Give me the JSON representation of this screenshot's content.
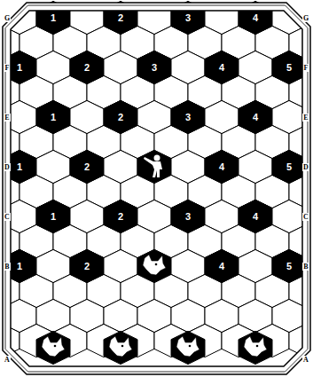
{
  "diagram": {
    "nodes": [
      {
        "text": [
          "1"
        ]
      },
      {
        "text": [
          "2"
        ]
      },
      {
        "text": [
          "3"
        ]
      },
      {
        "text": [
          "4"
        ]
      },
      {
        "text": [
          "1"
        ]
      },
      {
        "text": [
          "2"
        ]
      },
      {
        "text": [
          "3"
        ]
      },
      {
        "text": [
          "4"
        ]
      },
      {
        "text": [
          "5"
        ]
      },
      {
        "text": [
          "1"
        ]
      },
      {
        "text": [
          "2"
        ]
      },
      {
        "text": [
          "3"
        ]
      },
      {
        "text": [
          "4"
        ]
      },
      {
        "text": [
          "1"
        ]
      },
      {
        "text": [
          "2"
        ]
      },
      {
        "text": [
          "4"
        ]
      },
      {
        "text": [
          "5"
        ]
      },
      {
        "text": [
          "1"
        ]
      },
      {
        "text": [
          "2"
        ]
      },
      {
        "text": [
          "3"
        ]
      },
      {
        "text": [
          "4"
        ]
      },
      {
        "text": [
          "1"
        ]
      },
      {
        "text": [
          "2"
        ]
      },
      {
        "text": [
          "4"
        ]
      },
      {
        "text": [
          "5"
        ]
      }
    ],
    "labels": [
      "G",
      "G",
      "F",
      "F",
      "E",
      "E",
      "D",
      "D",
      "C",
      "C",
      "B",
      "B",
      "A",
      "A"
    ]
  }
}
